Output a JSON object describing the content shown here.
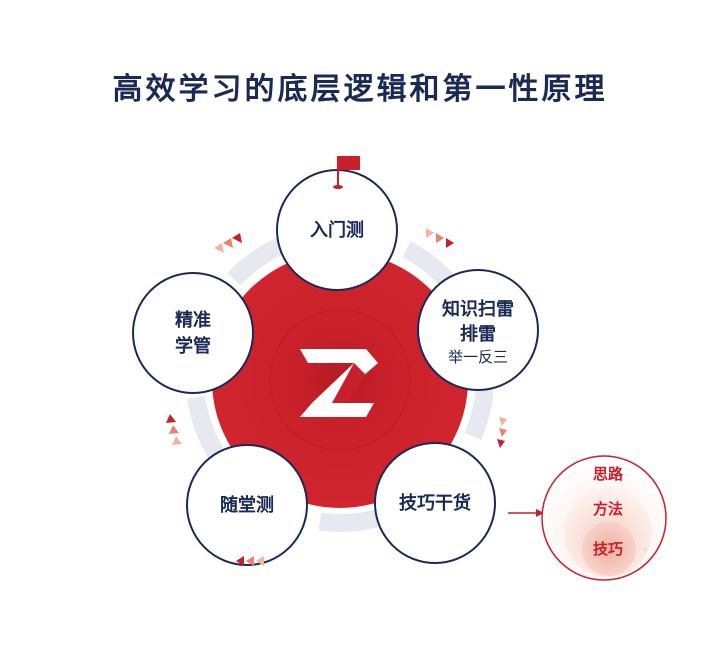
{
  "title": "高效学习的底层逻辑和第一性原理",
  "nodes": {
    "top": "入门测",
    "right_line1": "知识扫雷",
    "right_line2": "排雷",
    "right_sub": "举一反三",
    "bottom_right": "技巧干货",
    "bottom_left": "随堂测",
    "left_line1": "精准",
    "left_line2": "学管"
  },
  "layers": {
    "outer": "思路",
    "middle": "方法",
    "inner": "技巧"
  },
  "colors": {
    "brand_red": "#c8202a",
    "navy": "#1b2a55",
    "light_gray": "#e6e9ef"
  }
}
